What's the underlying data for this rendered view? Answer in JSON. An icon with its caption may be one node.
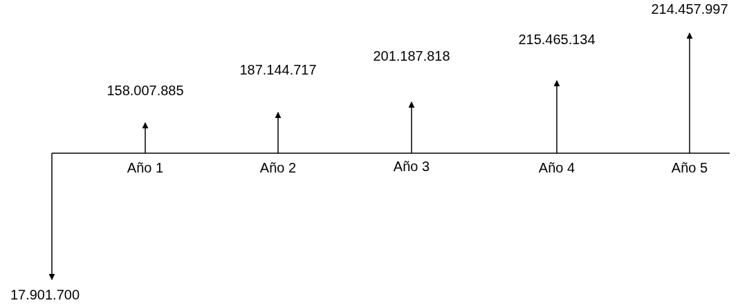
{
  "diagram": {
    "labels": [
      "214.457.997",
      "215.465.134",
      "201.187.818",
      "187.144.717",
      "158.007.885",
      "Año 1",
      "Año 2",
      "Año 3",
      "Año 4",
      "Año 5",
      "17.901.700"
    ]
  }
}
